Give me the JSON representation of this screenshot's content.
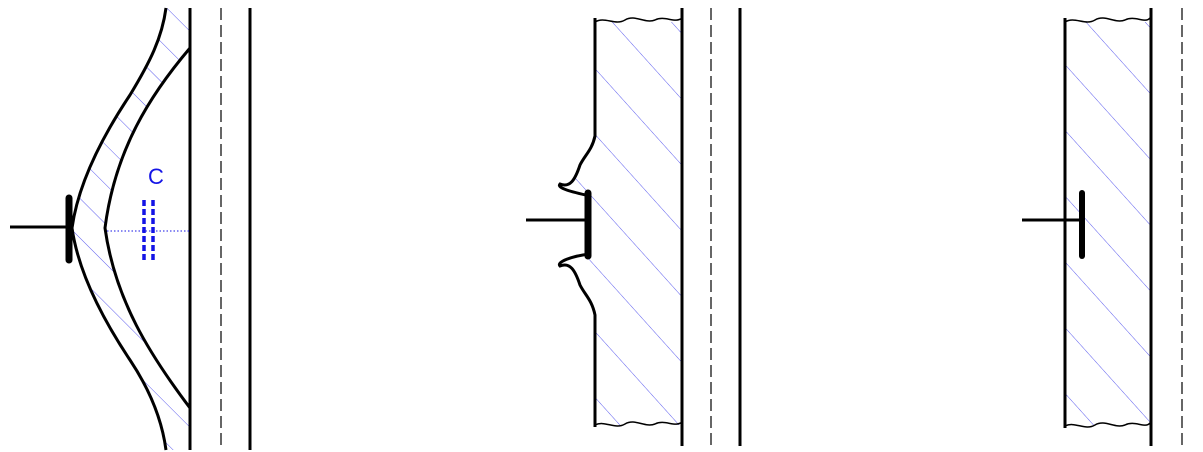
{
  "colors": {
    "stroke": "#000000",
    "hatch": "#4a4aee",
    "annotation": "#1414e6",
    "background": "#ffffff"
  },
  "panels": [
    {
      "id": "panel-1"
    },
    {
      "id": "panel-2"
    },
    {
      "id": "panel-3"
    }
  ],
  "annotation": {
    "label": "C"
  }
}
